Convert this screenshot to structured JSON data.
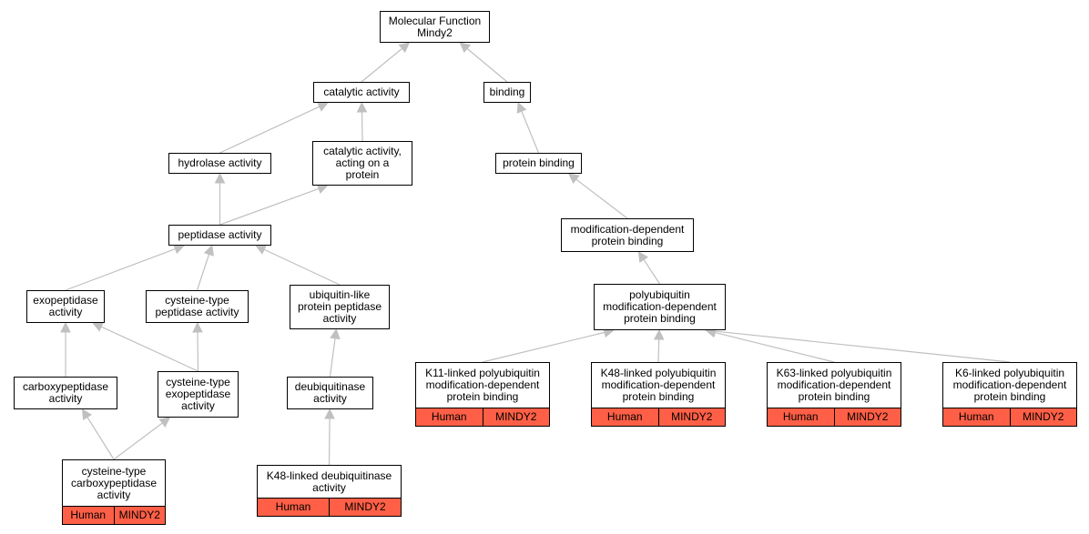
{
  "nodes": {
    "root": {
      "label": "Molecular Function\nMindy2"
    },
    "catalytic": {
      "label": "catalytic activity"
    },
    "binding": {
      "label": "binding"
    },
    "hydrolase": {
      "label": "hydrolase activity"
    },
    "cat_protein": {
      "label": "catalytic activity,\nacting on a\nprotein"
    },
    "protein_binding": {
      "label": "protein binding"
    },
    "peptidase": {
      "label": "peptidase activity"
    },
    "mod_dep": {
      "label": "modification-dependent\nprotein binding"
    },
    "exopeptidase": {
      "label": "exopeptidase\nactivity"
    },
    "cys_peptidase": {
      "label": "cysteine-type\npeptidase activity"
    },
    "ubl_peptidase": {
      "label": "ubiquitin-like\nprotein peptidase\nactivity"
    },
    "polyub": {
      "label": "polyubiquitin\nmodification-dependent\nprotein binding"
    },
    "carboxypeptidase": {
      "label": "carboxypeptidase\nactivity"
    },
    "cys_exo": {
      "label": "cysteine-type\nexopeptidase\nactivity"
    },
    "deub": {
      "label": "deubiquitinase\nactivity"
    },
    "k11": {
      "label": "K11-linked polyubiquitin\nmodification-dependent\nprotein binding",
      "species": "Human",
      "gene": "MINDY2"
    },
    "k48b": {
      "label": "K48-linked polyubiquitin\nmodification-dependent\nprotein binding",
      "species": "Human",
      "gene": "MINDY2"
    },
    "k63": {
      "label": "K63-linked polyubiquitin\nmodification-dependent\nprotein binding",
      "species": "Human",
      "gene": "MINDY2"
    },
    "k6": {
      "label": "K6-linked polyubiquitin\nmodification-dependent\nprotein binding",
      "species": "Human",
      "gene": "MINDY2"
    },
    "cys_carboxy": {
      "label": "cysteine-type\ncarboxypeptidase\nactivity",
      "species": "Human",
      "gene": "MINDY2"
    },
    "k48d": {
      "label": "K48-linked deubiquitinase\nactivity",
      "species": "Human",
      "gene": "MINDY2"
    }
  },
  "colors": {
    "annotation_fill": "#ff5f46",
    "edge": "#c0c0c0",
    "border": "#000000"
  },
  "edges": [
    [
      "catalytic",
      "root"
    ],
    [
      "binding",
      "root"
    ],
    [
      "hydrolase",
      "catalytic"
    ],
    [
      "cat_protein",
      "catalytic"
    ],
    [
      "protein_binding",
      "binding"
    ],
    [
      "peptidase",
      "hydrolase"
    ],
    [
      "peptidase",
      "cat_protein"
    ],
    [
      "mod_dep",
      "protein_binding"
    ],
    [
      "exopeptidase",
      "peptidase"
    ],
    [
      "cys_peptidase",
      "peptidase"
    ],
    [
      "ubl_peptidase",
      "peptidase"
    ],
    [
      "polyub",
      "mod_dep"
    ],
    [
      "carboxypeptidase",
      "exopeptidase"
    ],
    [
      "cys_exo",
      "exopeptidase"
    ],
    [
      "cys_exo",
      "cys_peptidase"
    ],
    [
      "deub",
      "ubl_peptidase"
    ],
    [
      "cys_carboxy",
      "carboxypeptidase"
    ],
    [
      "cys_carboxy",
      "cys_exo"
    ],
    [
      "k48d",
      "deub"
    ],
    [
      "k11",
      "polyub"
    ],
    [
      "k48b",
      "polyub"
    ],
    [
      "k63",
      "polyub"
    ],
    [
      "k6",
      "polyub"
    ]
  ]
}
